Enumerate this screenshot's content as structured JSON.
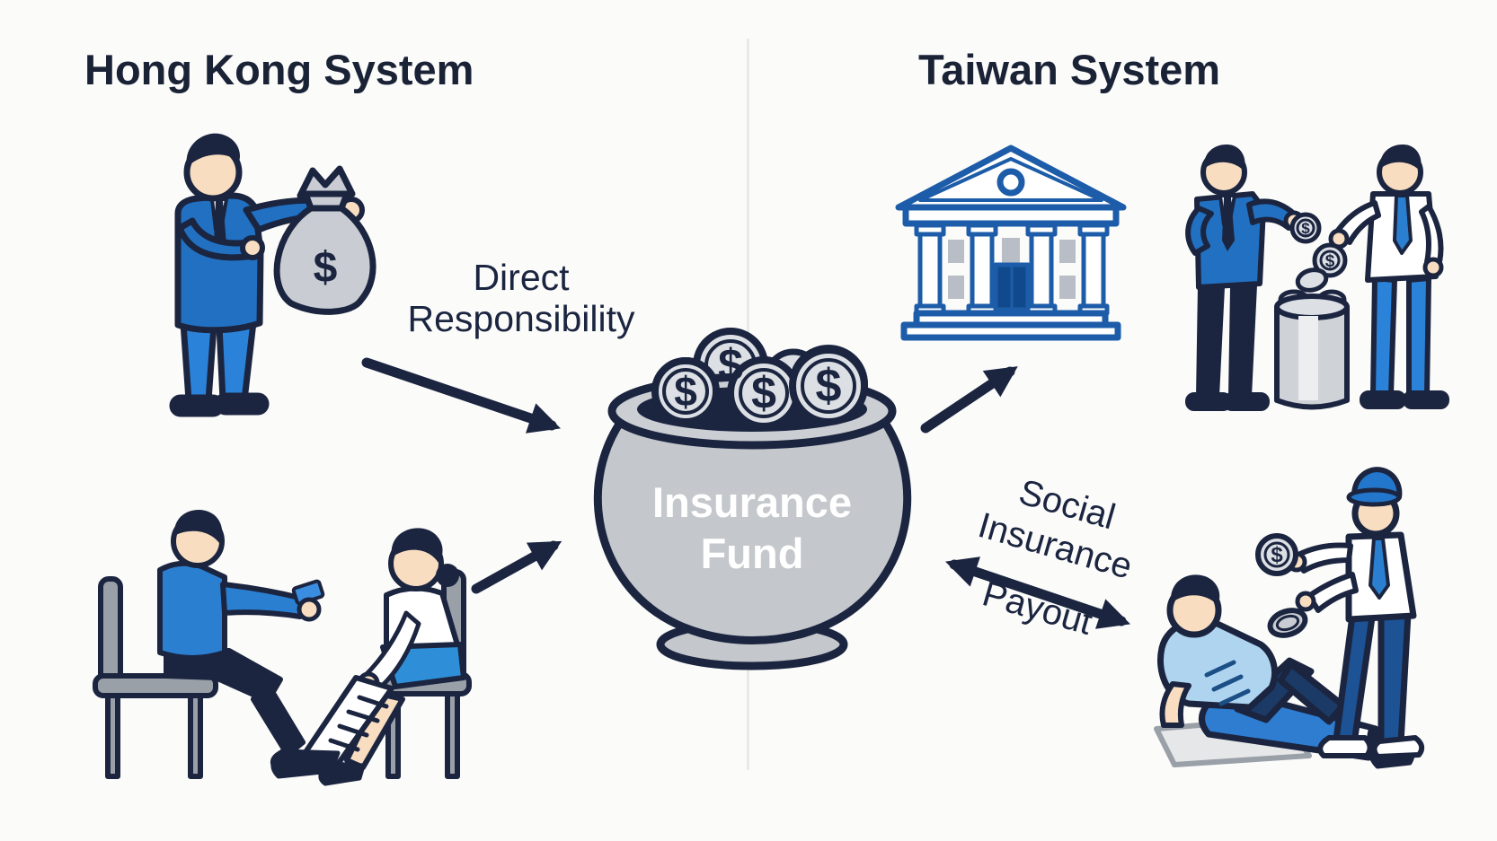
{
  "titles": {
    "left": "Hong Kong System",
    "right": "Taiwan System"
  },
  "fund": {
    "label": "Insurance Fund"
  },
  "flows": {
    "direct_responsibility_label": "Direct Responsibility",
    "payout_lines": [
      "Social",
      "Insurance",
      "Payout"
    ]
  },
  "symbols": {
    "dollar": "$"
  },
  "icons": [
    "money-bag-icon",
    "coin-icon",
    "insurance-fund-pot-icon",
    "bank-building-icon",
    "contribution-bin-icon",
    "arrow-icon"
  ],
  "colors": {
    "background": "#fbfbfa",
    "ink": "#1b2540",
    "title": "#1a2236",
    "divider": "#e9e9e7",
    "suit_blue": "#2170c2",
    "bright_blue": "#2b82d9",
    "sweater_blue": "#2b7fd0",
    "light_blue": "#aed4f0",
    "cap_blue": "#2277cc",
    "bank_blue": "#1d5ca8",
    "door_navy": "#114a8c",
    "pot_gray": "#c4c7cb",
    "coin_gray": "#dcdfe4",
    "chair_gray": "#9aa0a8",
    "skin": "#f9ddc0",
    "fund_text": "#ffffff"
  }
}
